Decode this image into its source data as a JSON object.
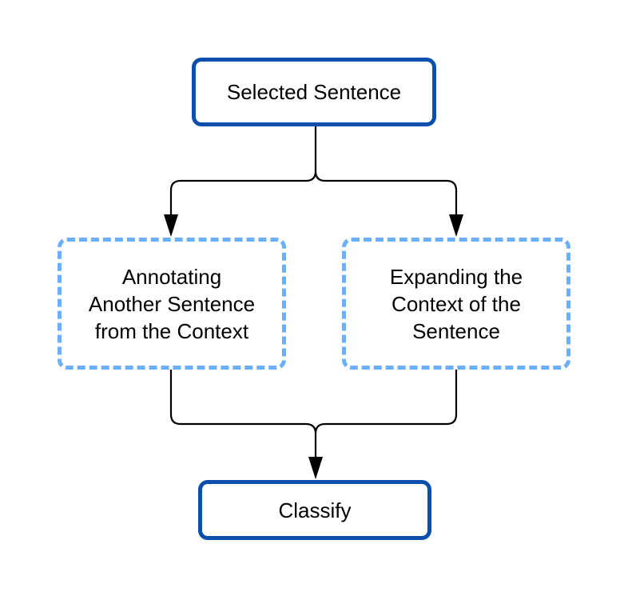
{
  "diagram": {
    "nodes": {
      "top": {
        "label": "Selected Sentence"
      },
      "left": {
        "label": "Annotating\nAnother Sentence\nfrom the Context"
      },
      "right": {
        "label": "Expanding the\nContext of the\nSentence"
      },
      "bottom": {
        "label": "Classify"
      }
    },
    "colors": {
      "primary_border": "#0b4fae",
      "dashed_border": "#6ab0ff",
      "connector": "#000000"
    }
  }
}
